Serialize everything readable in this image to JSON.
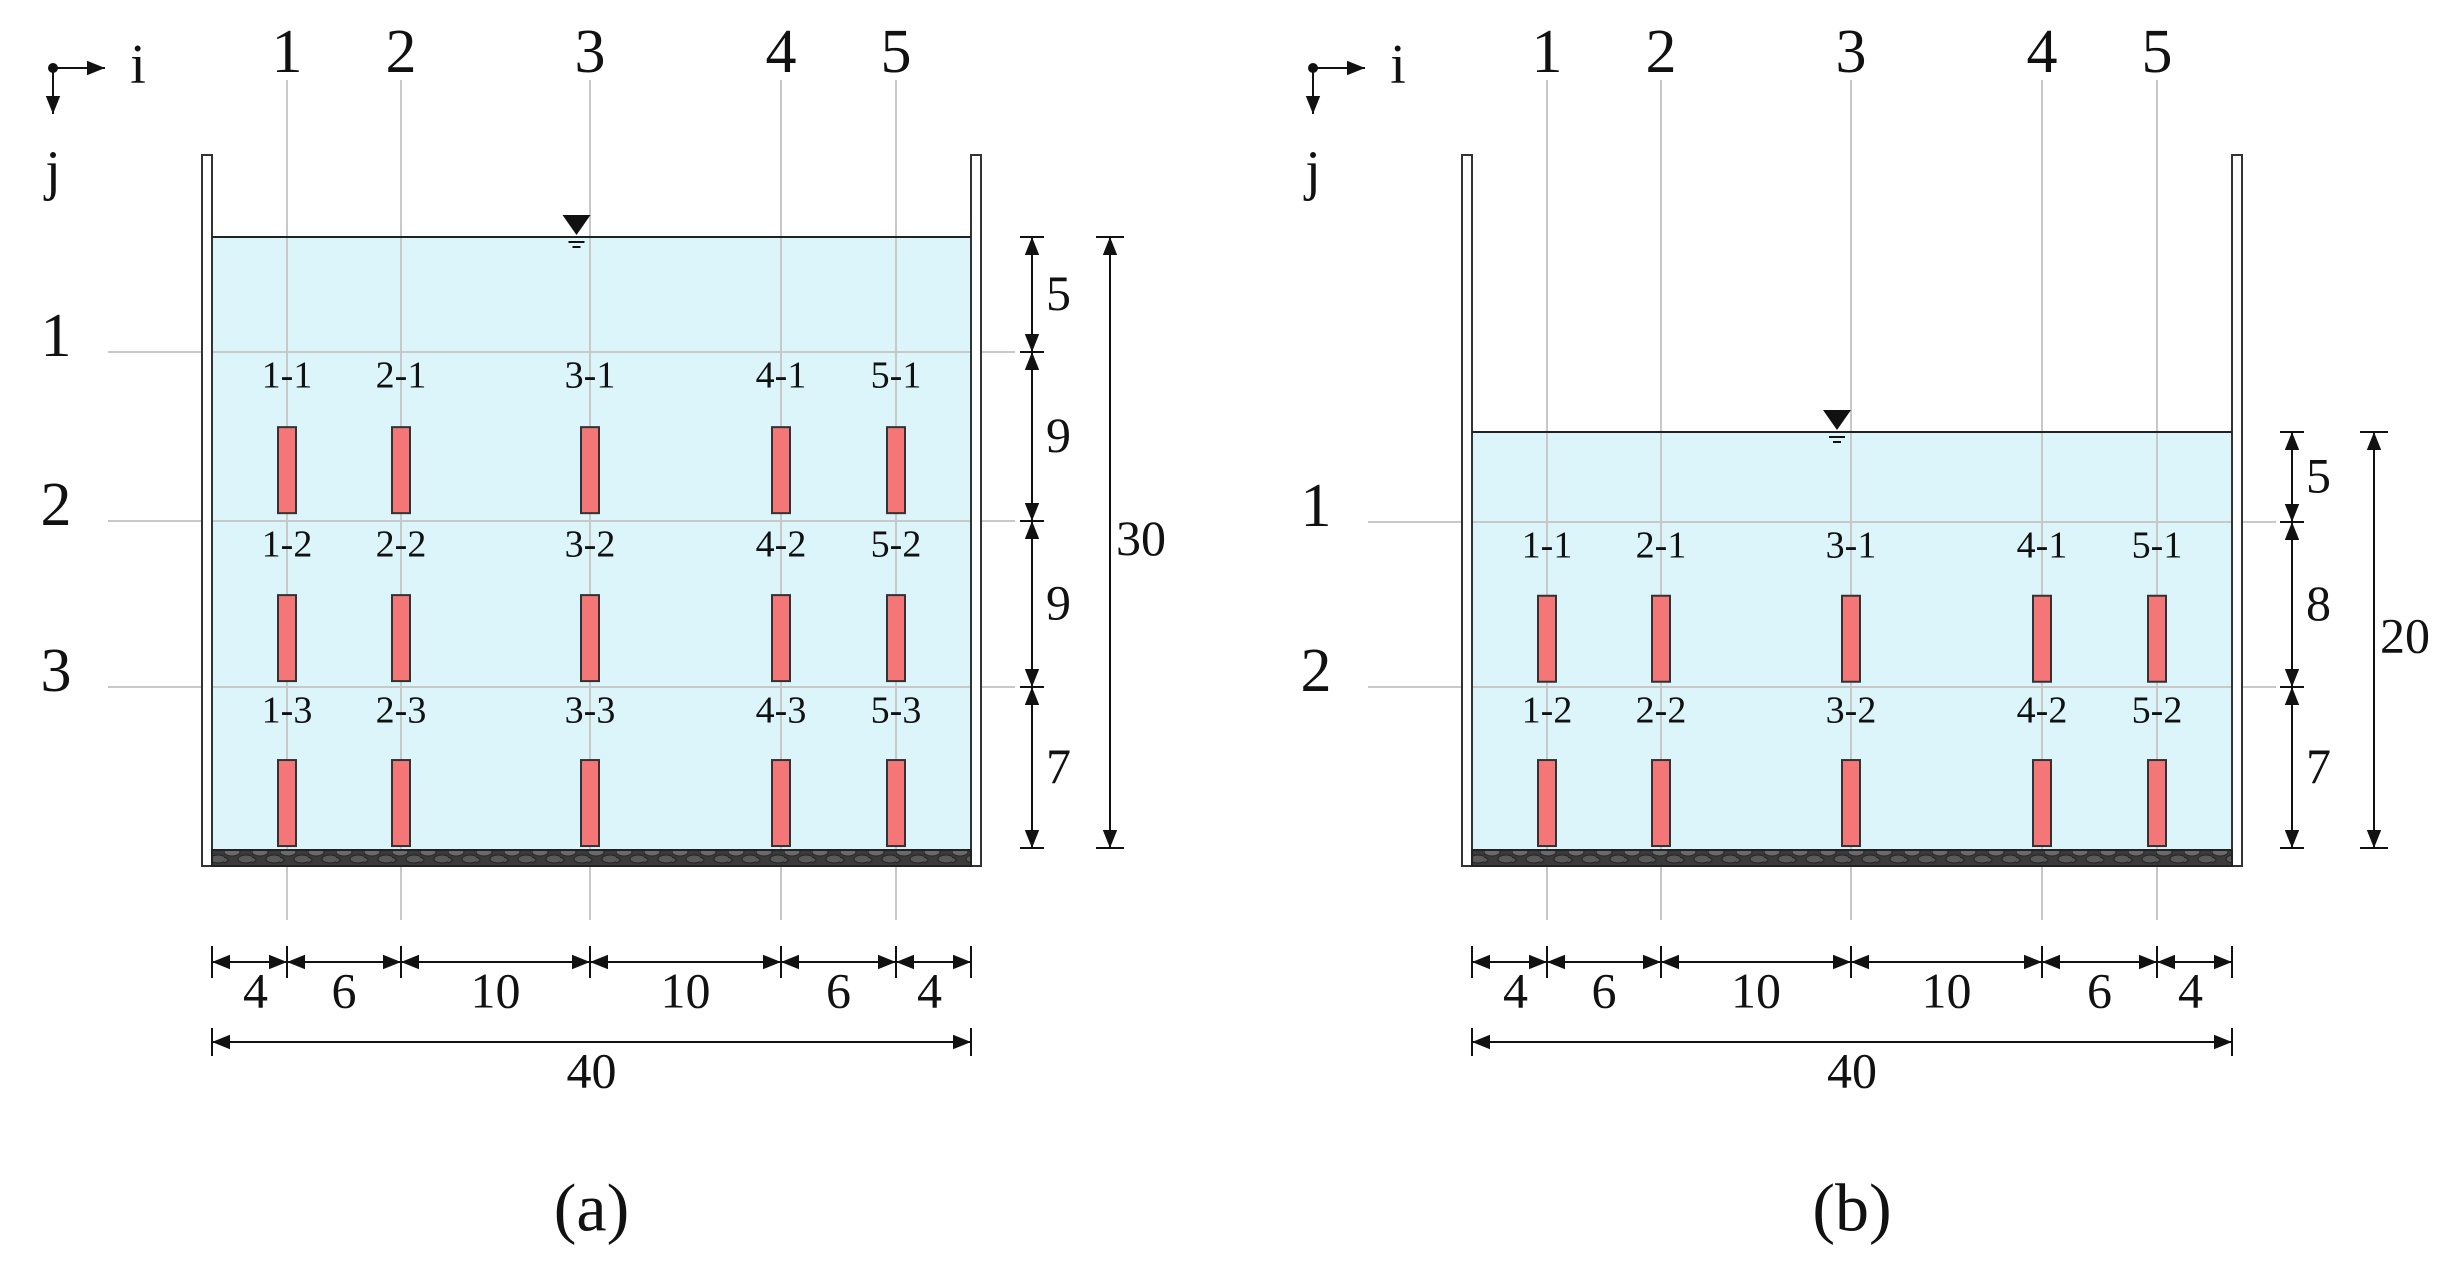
{
  "panels": [
    {
      "id": "a",
      "caption": "(a)",
      "axis": {
        "i": "i",
        "j": "j"
      },
      "columns": [
        "1",
        "2",
        "3",
        "4",
        "5"
      ],
      "rows": [
        "1",
        "2",
        "3"
      ],
      "sensors": [
        [
          "1-1",
          "2-1",
          "3-1",
          "4-1",
          "5-1"
        ],
        [
          "1-2",
          "2-2",
          "3-2",
          "4-2",
          "5-2"
        ],
        [
          "1-3",
          "2-3",
          "3-3",
          "4-3",
          "5-3"
        ]
      ],
      "horizontal_dims": [
        "4",
        "6",
        "10",
        "10",
        "6",
        "4"
      ],
      "total_width": "40",
      "vertical_dims": [
        "5",
        "9",
        "9",
        "7"
      ],
      "water_depth": "30"
    },
    {
      "id": "b",
      "caption": "(b)",
      "axis": {
        "i": "i",
        "j": "j"
      },
      "columns": [
        "1",
        "2",
        "3",
        "4",
        "5"
      ],
      "rows": [
        "1",
        "2"
      ],
      "sensors": [
        [
          "1-1",
          "2-1",
          "3-1",
          "4-1",
          "5-1"
        ],
        [
          "1-2",
          "2-2",
          "3-2",
          "4-2",
          "5-2"
        ]
      ],
      "horizontal_dims": [
        "4",
        "6",
        "10",
        "10",
        "6",
        "4"
      ],
      "total_width": "40",
      "vertical_dims": [
        "5",
        "8",
        "7"
      ],
      "water_depth": "20"
    }
  ],
  "colors": {
    "water": "#dcf5fb",
    "rod": "#f47676",
    "grid": "#c8c8c8"
  }
}
